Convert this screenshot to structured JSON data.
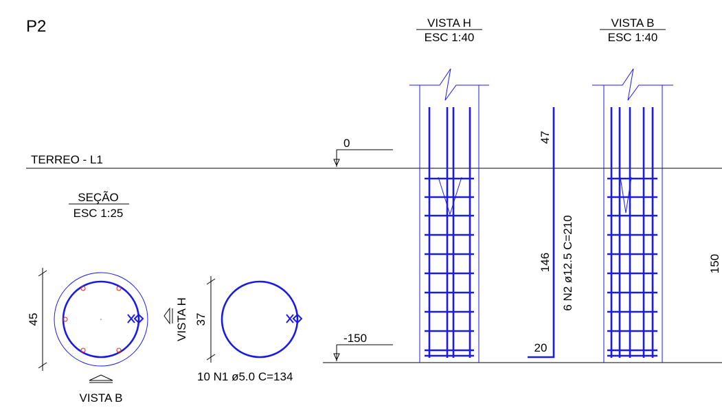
{
  "sheet": {
    "title": "P2"
  },
  "colors": {
    "rebar": "#1a1ae6",
    "concrete_outline": "#1a1ae6",
    "longitudinal_bar_marker": "#e02020",
    "lines": "#000000"
  },
  "levels": {
    "floor_name": "TERREO - L1",
    "top_elevation": "0",
    "bottom_elevation": "-150"
  },
  "section": {
    "title": "SEÇÃO",
    "scale": "ESC 1:25",
    "diameter_dim": "45",
    "view_marker_bottom": "VISTA B",
    "view_marker_side": "VISTA H"
  },
  "stirrup": {
    "diameter_dim": "37",
    "spec": "10 N1 ø5.0 C=134"
  },
  "view_h": {
    "title": "VISTA H",
    "scale": "ESC 1:40"
  },
  "view_b": {
    "title": "VISTA B",
    "scale": "ESC 1:40",
    "height_dim": "150"
  },
  "bar_detail": {
    "top_length": "47",
    "mid_length": "146",
    "hook_length": "20",
    "spec": "6 N2 ø12.5 C=210"
  }
}
